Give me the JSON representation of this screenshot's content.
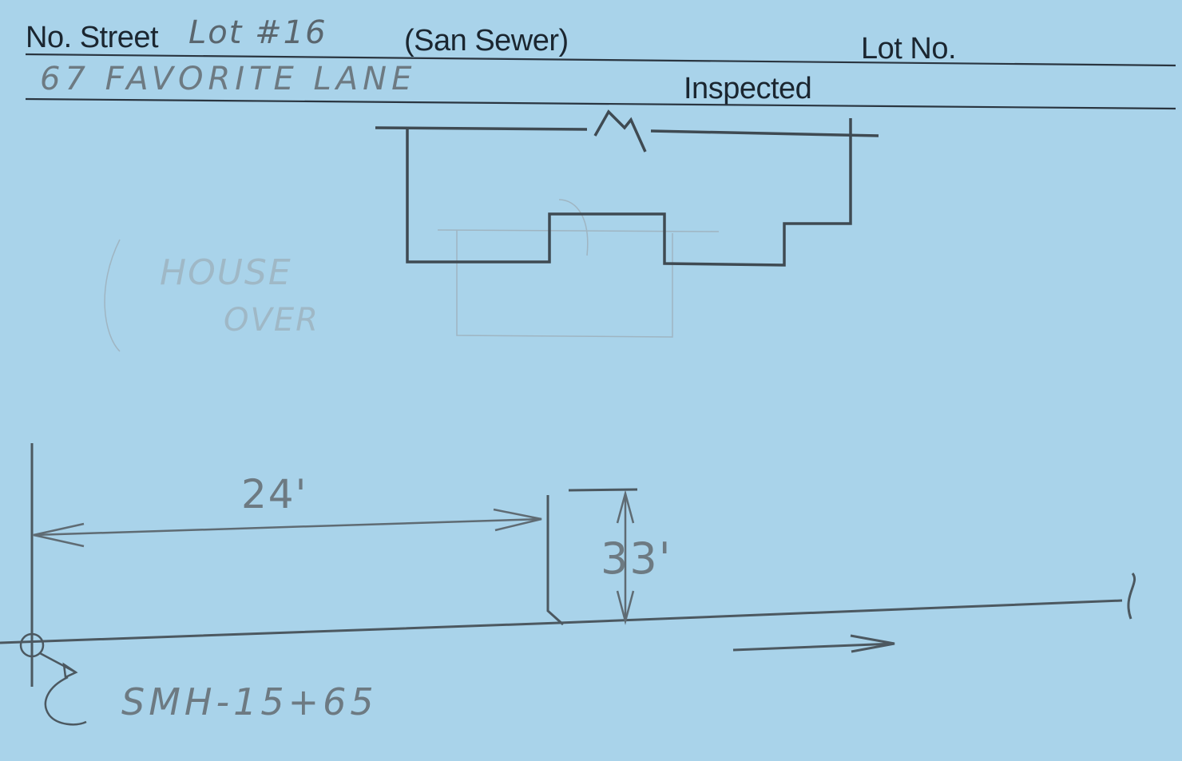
{
  "header": {
    "street_label": "No. Street",
    "street_value": "Lot #16",
    "service_label": "(San Sewer)",
    "lot_label": "Lot No.",
    "address_value": "67 FAVORITE LANE",
    "inspected_label": "Inspected"
  },
  "sketch": {
    "faint_note_line1": "HOUSE",
    "faint_note_line2": "OVER",
    "dimension_horizontal": "24'",
    "dimension_vertical": "33'",
    "manhole_label": "SMH-15+65"
  },
  "colors": {
    "card_background": "#a9d3ea",
    "print_ink": "#1b2630",
    "pencil": "#5f6b73"
  }
}
